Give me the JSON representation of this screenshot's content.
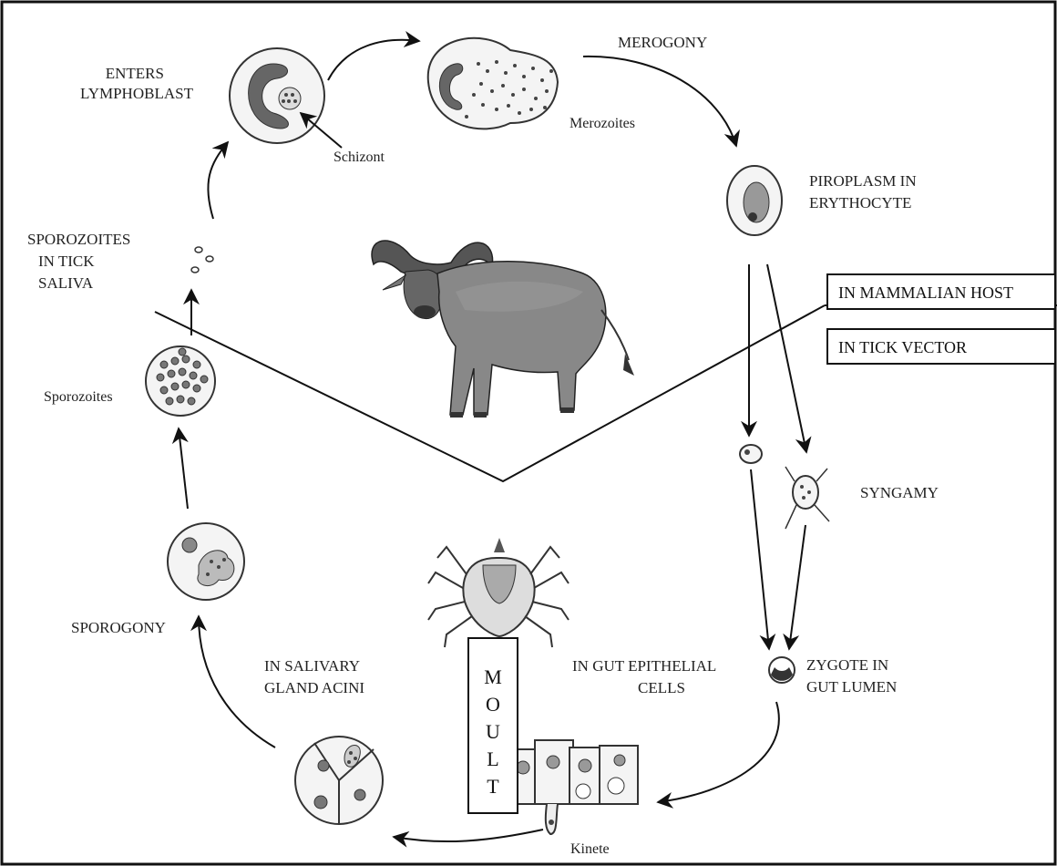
{
  "labels": {
    "enters_lymphoblast": [
      "ENTERS",
      "LYMPHOBLAST"
    ],
    "schizont": "Schizont",
    "merogony": "MEROGONY",
    "merozoites": "Merozoites",
    "piroplasm": [
      "PIROPLASM IN",
      "ERYTHOCYTE"
    ],
    "sporozoites_saliva": [
      "SPOROZOITES",
      "IN TICK",
      "SALIVA"
    ],
    "sporozoites": "Sporozoites",
    "syngamy": "SYNGAMY",
    "sporogony": "SPOROGONY",
    "salivary": [
      "IN SALIVARY",
      "GLAND ACINI"
    ],
    "gut_epithelial": [
      "IN GUT EPITHELIAL",
      "CELLS"
    ],
    "zygote": [
      "ZYGOTE IN",
      "GUT LUMEN"
    ],
    "kinete": "Kinete"
  },
  "boxes": {
    "mammalian_host": "IN MAMMALIAN HOST",
    "tick_vector": "IN TICK VECTOR"
  },
  "moult_letters": [
    "M",
    "O",
    "U",
    "L",
    "T"
  ],
  "icons": {
    "host": "buffalo-icon",
    "vector": "tick-icon"
  }
}
